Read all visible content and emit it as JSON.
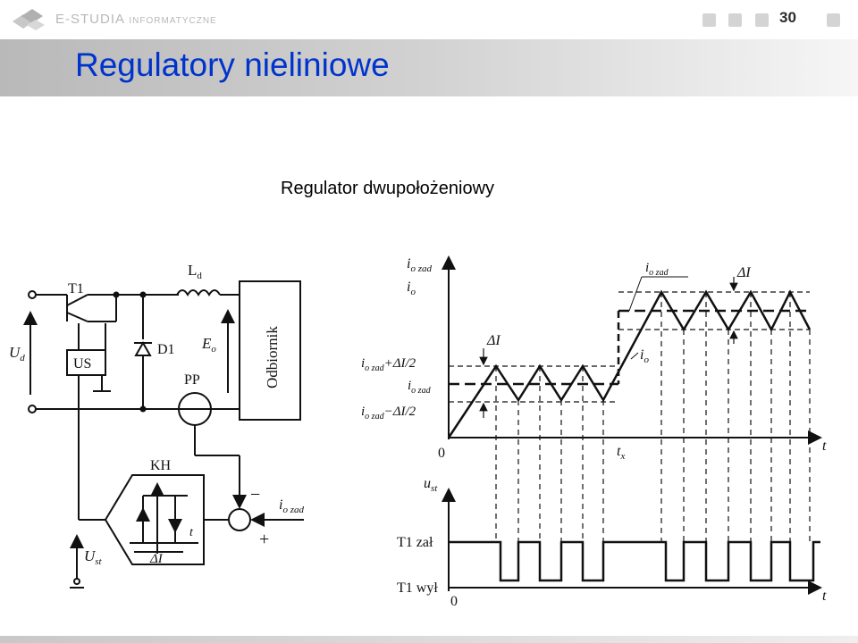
{
  "header": {
    "logo_main": "E-STUDIA",
    "logo_sub": "INFORMATYCZNE",
    "page_number": "30"
  },
  "slide": {
    "title": "Regulatory nieliniowe",
    "subtitle": "Regulator dwupołożeniowy"
  },
  "circuit": {
    "t1": "T1",
    "ld": "L",
    "ld_sub": "d",
    "ud": "U",
    "ud_sub": "d",
    "us": "US",
    "d1": "D1",
    "eo": "E",
    "eo_sub": "o",
    "odbiornik": "Odbiornik",
    "pp": "PP",
    "kh": "KH",
    "t_axis": "t",
    "delta_i": "ΔI",
    "ust": "U",
    "ust_sub": "st",
    "iozad": "i",
    "iozad_sub": "o zad",
    "minus": "−",
    "plus": "+"
  },
  "waveform": {
    "y_top_1": "i",
    "y_top_1_sub": "o zad",
    "y_top_2": "i",
    "y_top_2_sub": "o",
    "label_upper": "i",
    "label_upper_sub": "o zad",
    "label_upper_rest": "+ΔI/2",
    "label_mid": "i",
    "label_mid_sub": "o zad",
    "label_lower": "i",
    "label_lower_sub": "o zad",
    "label_lower_rest": "−ΔI/2",
    "delta_i_1": "ΔI",
    "delta_i_2": "ΔI",
    "iozad_right": "i",
    "iozad_right_sub": "o zad",
    "io_right": "i",
    "io_right_sub": "o",
    "zero_1": "0",
    "tx": "t",
    "tx_sub": "x",
    "t_1": "t",
    "ust": "u",
    "ust_sub": "st",
    "t1_zal": "T1 zał",
    "t1_wyl": "T1 wył",
    "zero_2": "0",
    "t_2": "t"
  }
}
